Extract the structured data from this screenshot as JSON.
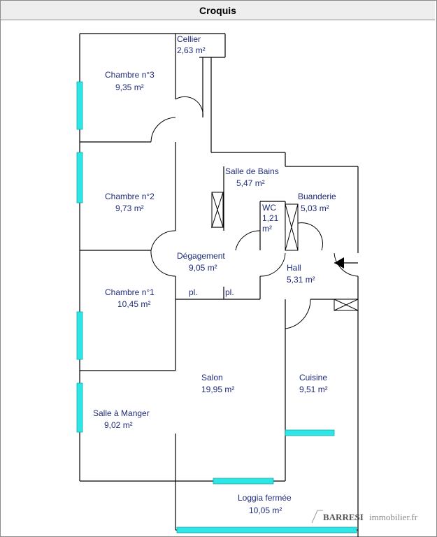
{
  "header": {
    "title": "Croquis"
  },
  "rooms": [
    {
      "id": "cellier",
      "name": "Cellier",
      "area": "2,63  m²"
    },
    {
      "id": "chambre3",
      "name": "Chambre n°3",
      "area": "9,35  m²"
    },
    {
      "id": "chambre2",
      "name": "Chambre n°2",
      "area": "9,73  m²"
    },
    {
      "id": "sdb",
      "name": "Salle de Bains",
      "area": "5,47  m²"
    },
    {
      "id": "buanderie",
      "name": "Buanderie",
      "area": "5,03  m²"
    },
    {
      "id": "wc",
      "name": "WC",
      "area": "1,21",
      "unit": "m²"
    },
    {
      "id": "degagement",
      "name": "Dégagement",
      "area": "9,05  m²"
    },
    {
      "id": "hall",
      "name": "Hall",
      "area": "5,31  m²"
    },
    {
      "id": "chambre1",
      "name": "Chambre n°1",
      "area": "10,45  m²"
    },
    {
      "id": "salon",
      "name": "Salon",
      "area": "19,95  m²"
    },
    {
      "id": "cuisine",
      "name": "Cuisine",
      "area": "9,51  m²"
    },
    {
      "id": "salle_manger",
      "name": "Salle à Manger",
      "area": "9,02  m²"
    },
    {
      "id": "loggia",
      "name": "Loggia fermée",
      "area": "10,05  m²"
    }
  ],
  "placards": [
    "pl.",
    "pl."
  ],
  "watermark": {
    "brand": "BARRESI",
    "suffix": "immobilier.fr"
  },
  "colors": {
    "window": "#2ee6e6",
    "text": "#1e2a78",
    "header_bg": "#eeeeee"
  }
}
